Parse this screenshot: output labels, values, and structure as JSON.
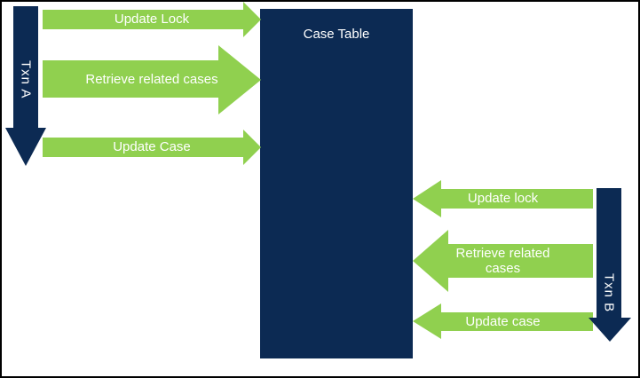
{
  "colors": {
    "navy": "#0c2a53",
    "green": "#90d04f",
    "label_text": "#ffffff",
    "background": "#ffffff",
    "frame": "#000000"
  },
  "case_table": {
    "title": "Case Table"
  },
  "txn_a": {
    "label": "Txn A",
    "arrows": [
      {
        "label": "Update Lock"
      },
      {
        "label": "Retrieve related cases"
      },
      {
        "label": "Update Case"
      }
    ]
  },
  "txn_b": {
    "label": "Txn B",
    "arrows": [
      {
        "label": "Update lock"
      },
      {
        "label": "Retrieve related cases"
      },
      {
        "label": "Update case"
      }
    ]
  }
}
